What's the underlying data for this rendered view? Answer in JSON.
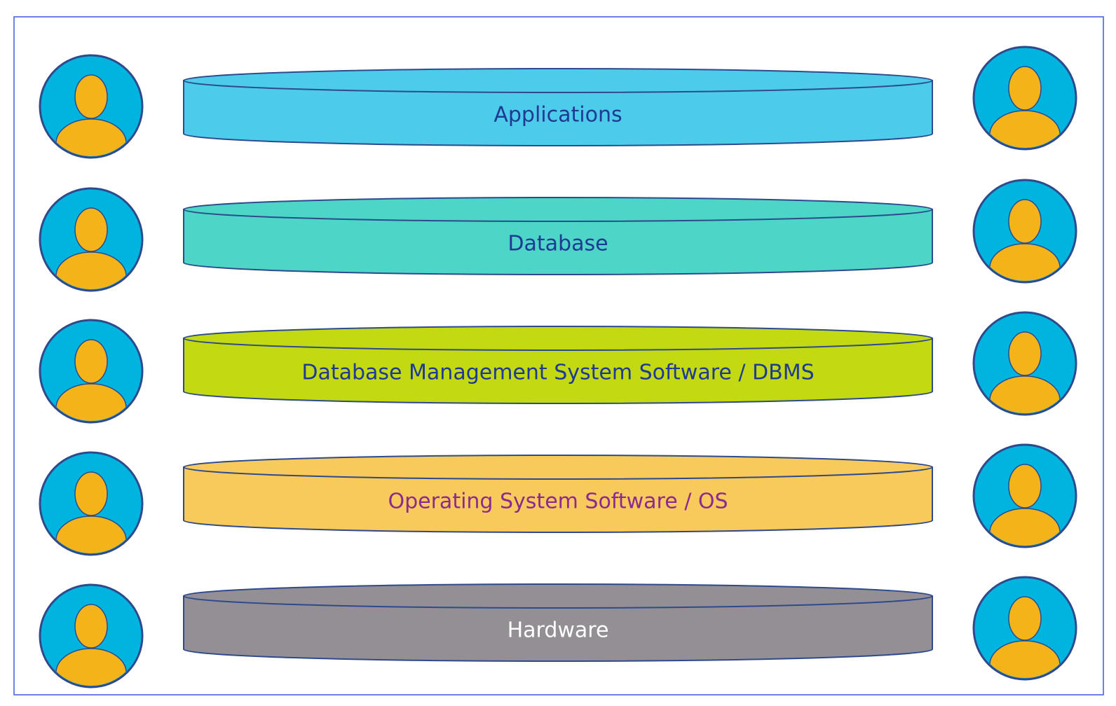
{
  "layers": [
    {
      "label": "Applications",
      "fill": "#4dcbea",
      "text_color": "#1f3a93"
    },
    {
      "label": "Database",
      "fill": "#4dd5c8",
      "text_color": "#1f3a93"
    },
    {
      "label": "Database Management System Software / DBMS",
      "fill": "#c3da12",
      "text_color": "#1f3a93"
    },
    {
      "label": "Operating System Software / OS",
      "fill": "#f8c95b",
      "text_color": "#8b2b8f"
    },
    {
      "label": "Hardware",
      "fill": "#938f94",
      "text_color": "#ffffff"
    }
  ],
  "user_icon": {
    "name": "user-icon",
    "circle_fill": "#00b4e0",
    "figure_fill": "#f5b31a",
    "outline": "#2e4a8c"
  },
  "frame_color": "#3b5bdb",
  "outline_color": "#2e4a8c"
}
